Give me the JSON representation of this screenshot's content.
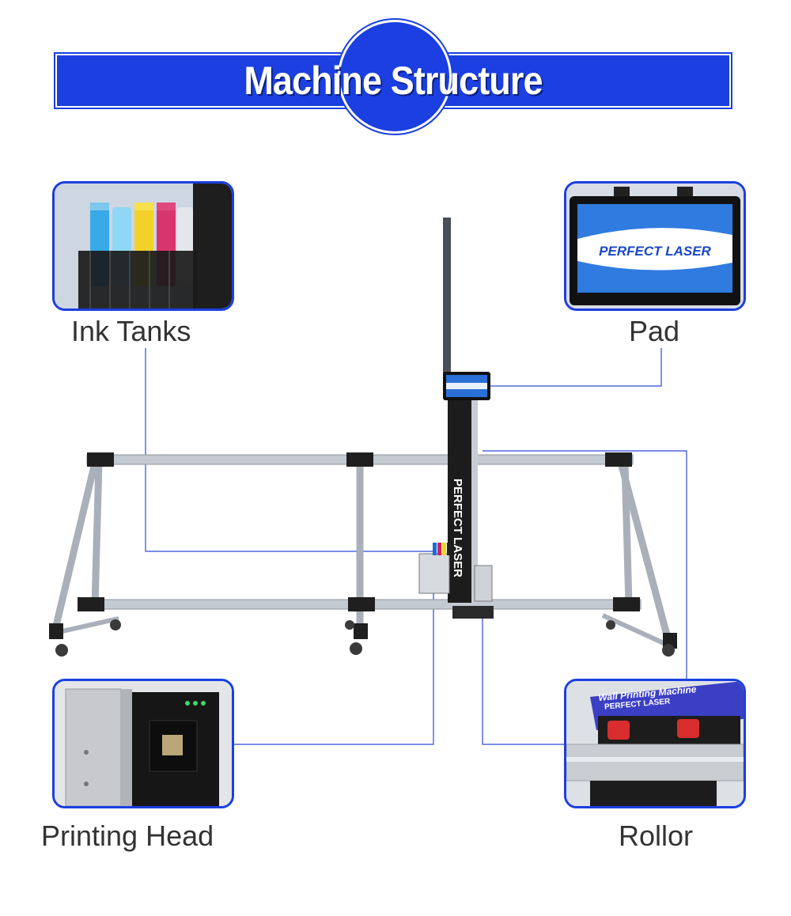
{
  "header": {
    "title": "Machine Structure"
  },
  "parts": {
    "ink_tanks": {
      "label": "Ink Tanks"
    },
    "pad": {
      "label": "Pad",
      "screen_text": "PERFECT LASER"
    },
    "printing_head": {
      "label": "Printing Head"
    },
    "rollor": {
      "label": "Rollor",
      "sticker_text": "PERFECT LASER",
      "sticker_sub": "Wall Printing Machine"
    }
  },
  "machine": {
    "brand_text": "PERFECT LASER"
  },
  "colors": {
    "accent": "#1b3fe0",
    "callout_line": "#2b4bd8",
    "frame": "#b8bec6"
  }
}
